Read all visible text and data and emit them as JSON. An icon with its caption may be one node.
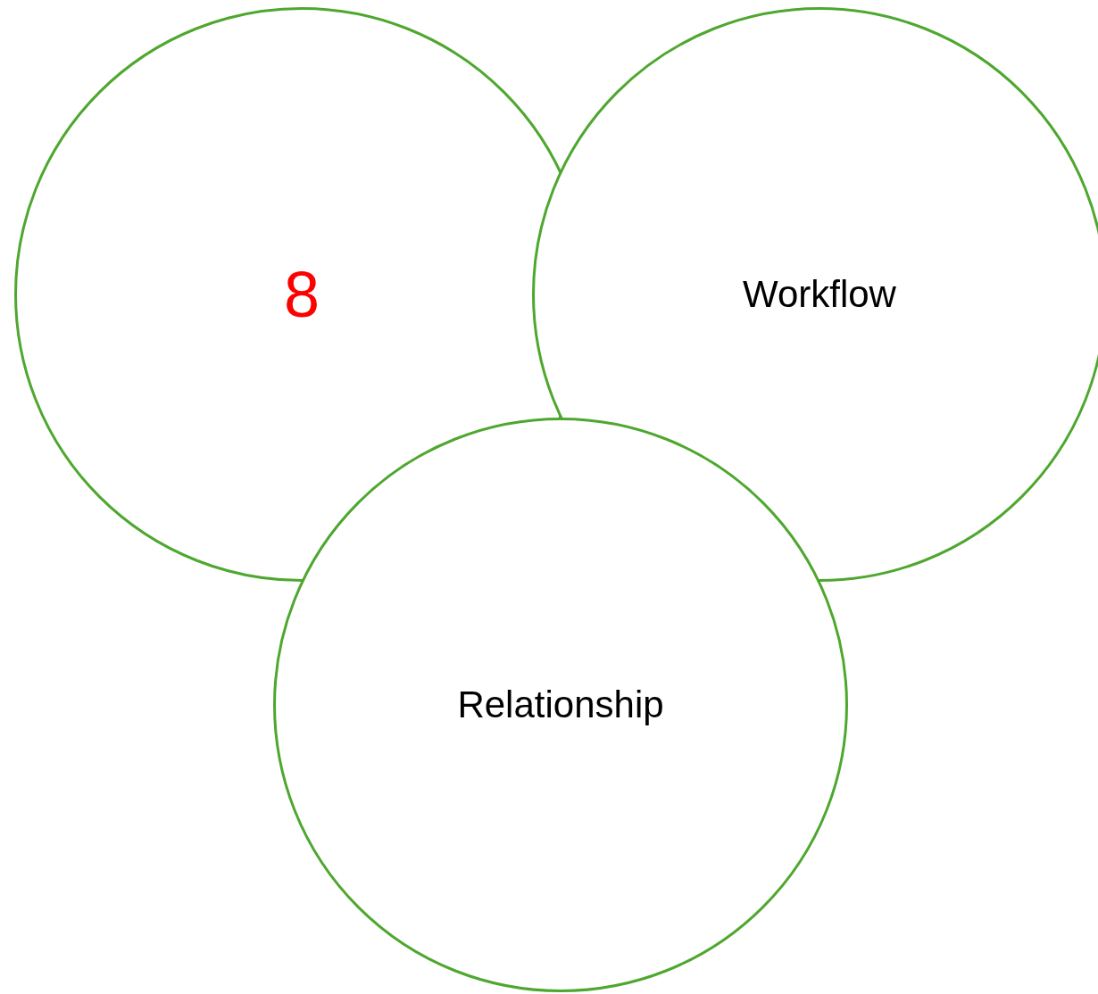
{
  "diagram": {
    "nodes": [
      {
        "text": [
          "8"
        ]
      },
      {
        "text": [
          "Workflow"
        ]
      },
      {
        "text": [
          "Relationship"
        ]
      }
    ]
  }
}
